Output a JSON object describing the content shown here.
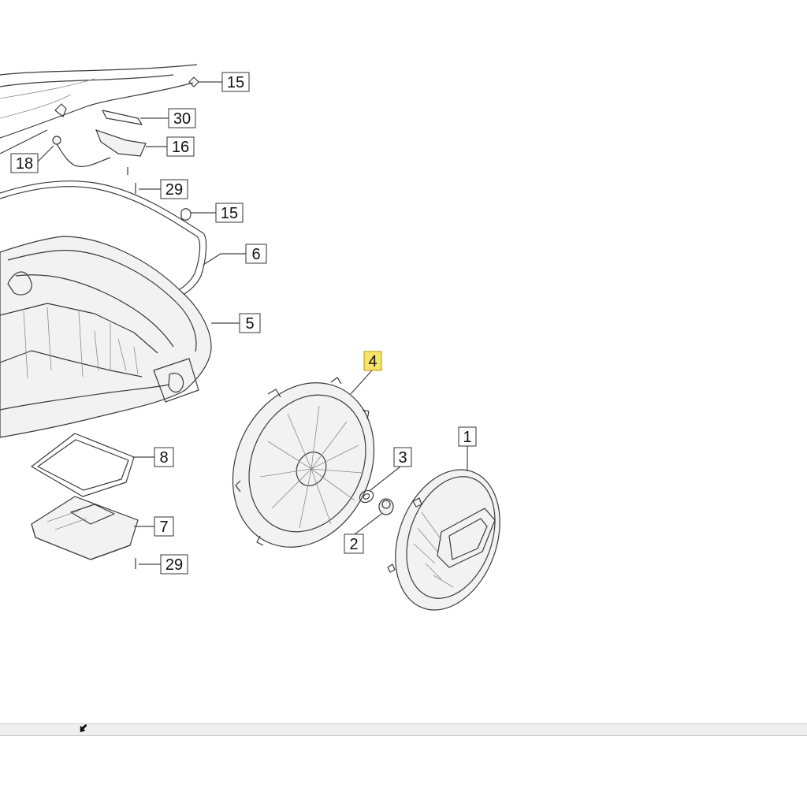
{
  "diagram": {
    "highlight_color": "#f7e36a",
    "callouts": [
      {
        "id": "c15a",
        "label": "15"
      },
      {
        "id": "c30",
        "label": "30"
      },
      {
        "id": "c16",
        "label": "16"
      },
      {
        "id": "c18",
        "label": "18"
      },
      {
        "id": "c29a",
        "label": "29"
      },
      {
        "id": "c15b",
        "label": "15"
      },
      {
        "id": "c6",
        "label": "6"
      },
      {
        "id": "c5",
        "label": "5"
      },
      {
        "id": "c4",
        "label": "4",
        "highlighted": true
      },
      {
        "id": "c1",
        "label": "1"
      },
      {
        "id": "c3",
        "label": "3"
      },
      {
        "id": "c8",
        "label": "8"
      },
      {
        "id": "c2",
        "label": "2"
      },
      {
        "id": "c7",
        "label": "7"
      },
      {
        "id": "c29b",
        "label": "29"
      }
    ]
  },
  "icons": {
    "cursor": "arrow-cursor-icon"
  }
}
